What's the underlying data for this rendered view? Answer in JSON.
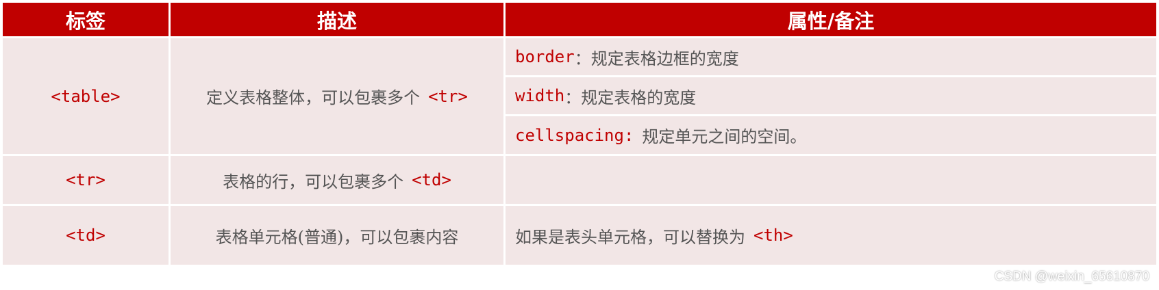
{
  "headers": [
    "标签",
    "描述",
    "属性/备注"
  ],
  "rows": [
    {
      "tag": "<table>",
      "desc_text": "定义表格整体，可以包裹多个",
      "desc_code": "<tr>",
      "attrs": [
        {
          "code": "border",
          "text": "：规定表格边框的宽度"
        },
        {
          "code": "width",
          "text": "：规定表格的宽度"
        },
        {
          "code": "cellspacing:",
          "text": "规定单元之间的空间。"
        }
      ]
    },
    {
      "tag": "<tr>",
      "desc_text": "表格的行，可以包裹多个",
      "desc_code": "<td>",
      "note_text": "",
      "note_code": ""
    },
    {
      "tag": "<td>",
      "desc_text": "表格单元格(普通)，可以包裹内容",
      "note_text": "如果是表头单元格，可以替换为",
      "note_code": "<th>"
    }
  ],
  "colors": {
    "header_bg": "#c00000",
    "cell_bg": "#f2e6e6",
    "code": "#c00000",
    "text": "#555555"
  },
  "watermark": "CSDN @weixin_65610870"
}
